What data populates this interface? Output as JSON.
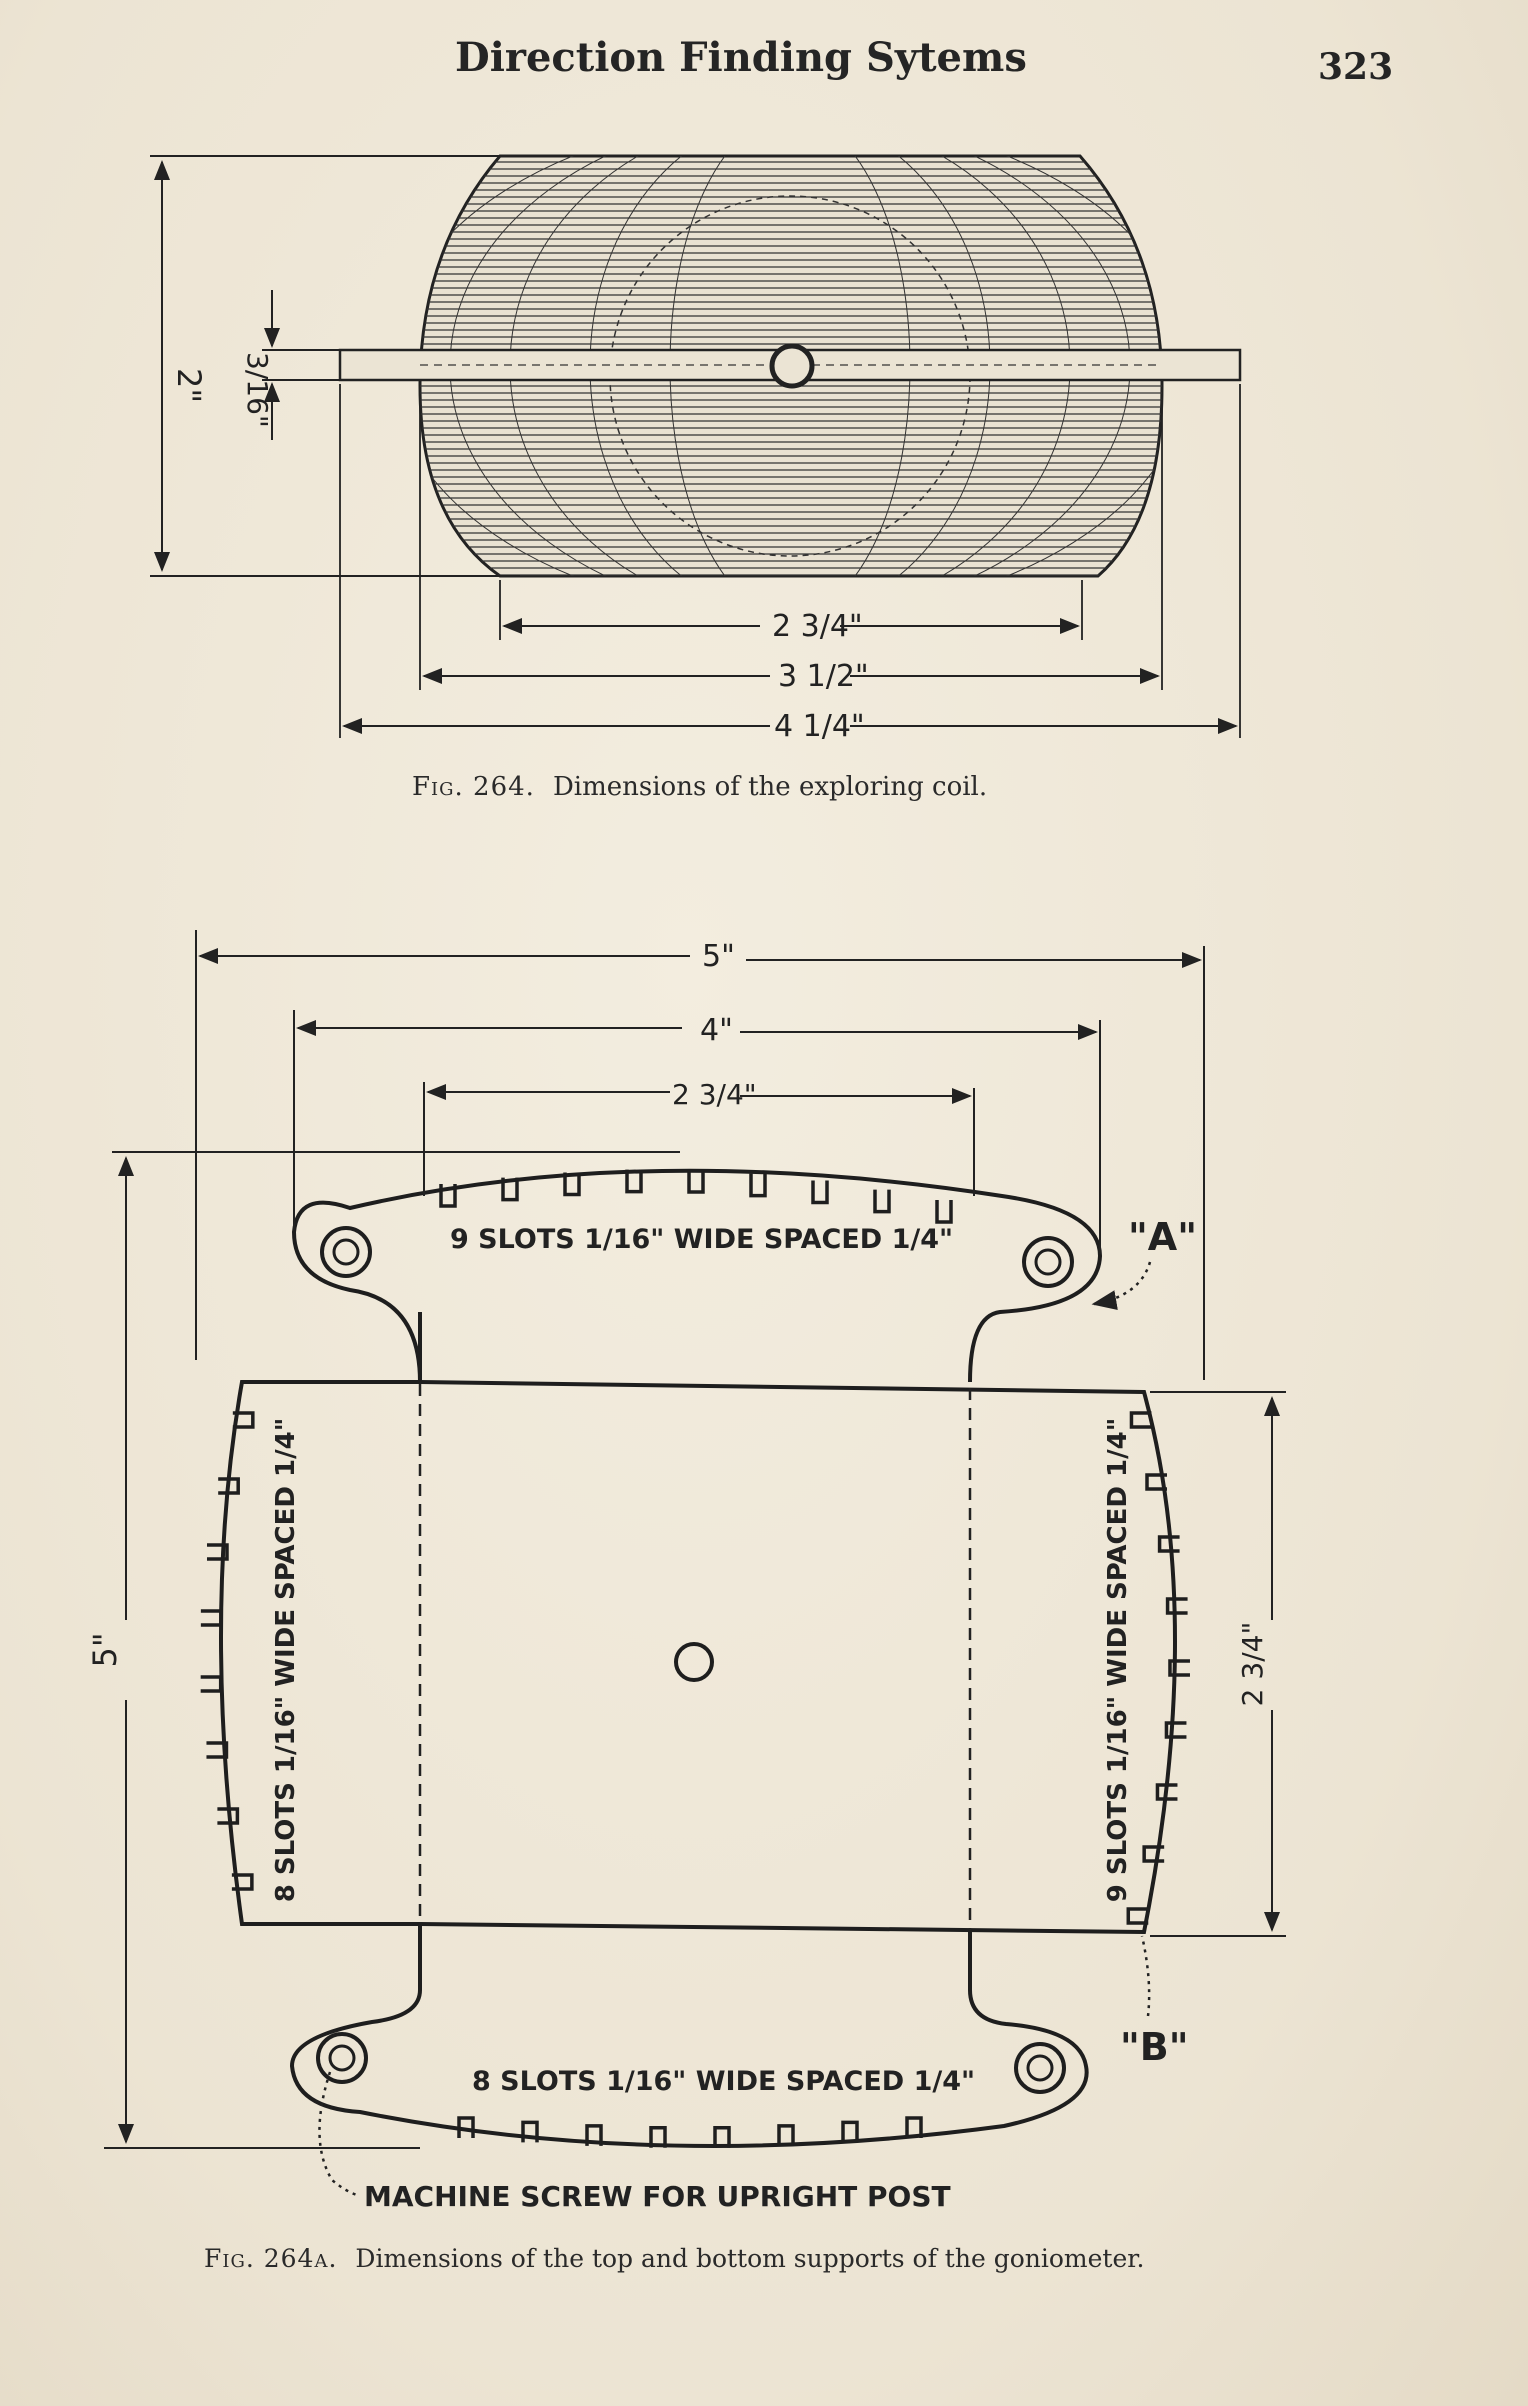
{
  "header": {
    "title": "Direction Finding Sytems",
    "page_number": "323"
  },
  "figure_264": {
    "dimensions": {
      "height": "2\"",
      "bar_thickness": "3/16\"",
      "inner_width": "2 3/4\"",
      "coil_width": "3 1/2\"",
      "overall_width": "4 1/4\""
    },
    "caption_number": "Fig. 264.",
    "caption_text": "Dimensions of the exploring coil."
  },
  "figure_264a": {
    "dimensions": {
      "overall_width": "5\"",
      "tab_width": "4\"",
      "neck_width": "2 3/4\"",
      "overall_height": "5\"",
      "right_height": "2 3/4\""
    },
    "labels": {
      "point_a": "\"A\"",
      "point_b": "\"B\"",
      "top_slots": "9 SLOTS 1/16\" WIDE SPACED 1/4\"",
      "bottom_slots": "8 SLOTS 1/16\" WIDE SPACED 1/4\"",
      "left_slots": "8 SLOTS 1/16\" WIDE SPACED 1/4\"",
      "right_slots": "9 SLOTS 1/16\" WIDE SPACED 1/4\"",
      "screw_note": "MACHINE SCREW FOR UPRIGHT POST"
    },
    "caption_number": "Fig. 264a.",
    "caption_text": "Dimensions of the top and bottom supports of the goniometer."
  }
}
